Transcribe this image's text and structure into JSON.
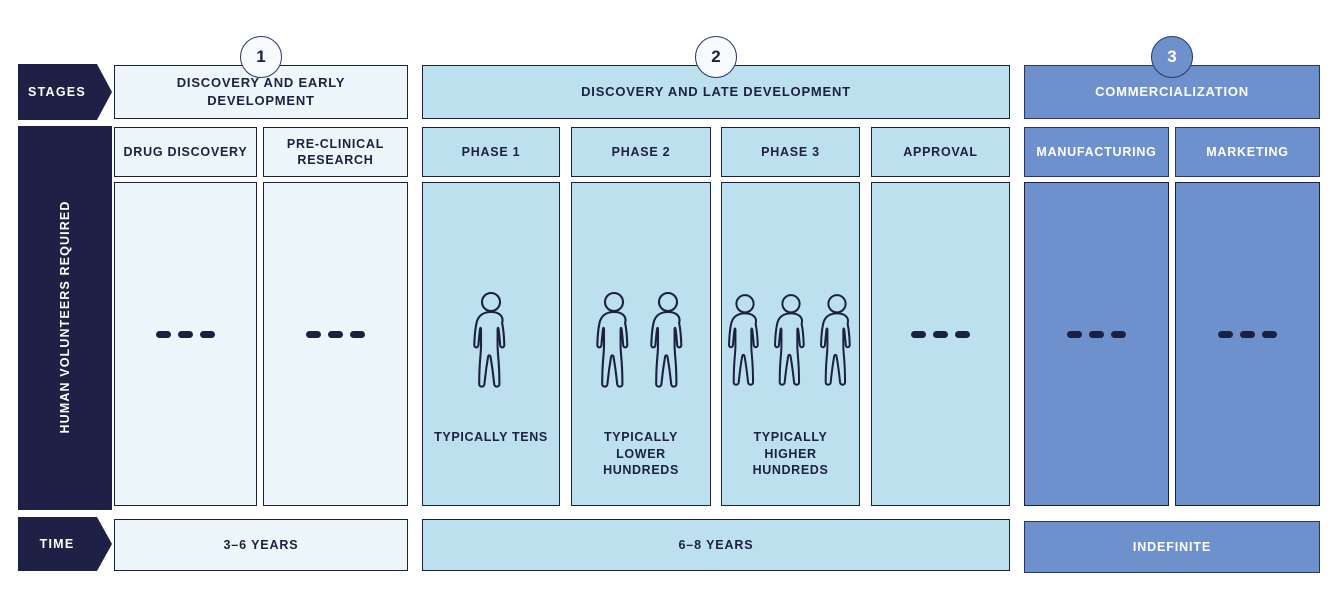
{
  "rail": {
    "stages_label": "STAGES",
    "volunteers_label": "HUMAN VOLUNTEERS REQUIRED",
    "time_label": "TIME"
  },
  "stages": [
    {
      "number": "1",
      "title": "DISCOVERY AND EARLY DEVELOPMENT",
      "theme": "pale"
    },
    {
      "number": "2",
      "title": "DISCOVERY AND LATE DEVELOPMENT",
      "theme": "light"
    },
    {
      "number": "3",
      "title": "COMMERCIALIZATION",
      "theme": "periw"
    }
  ],
  "phases": [
    {
      "name": "DRUG DISCOVERY",
      "theme": "pale",
      "figures": 0,
      "caption": ""
    },
    {
      "name": "PRE-CLINICAL RESEARCH",
      "theme": "pale",
      "figures": 0,
      "caption": ""
    },
    {
      "name": "PHASE 1",
      "theme": "light",
      "figures": 1,
      "caption": "TYPICALLY TENS"
    },
    {
      "name": "PHASE 2",
      "theme": "light",
      "figures": 2,
      "caption": "TYPICALLY LOWER HUNDREDS"
    },
    {
      "name": "PHASE 3",
      "theme": "light",
      "figures": 3,
      "caption": "TYPICALLY HIGHER HUNDREDS"
    },
    {
      "name": "APPROVAL",
      "theme": "light",
      "figures": 0,
      "caption": ""
    },
    {
      "name": "MANUFACTURING",
      "theme": "periw",
      "figures": 0,
      "caption": ""
    },
    {
      "name": "MARKETING",
      "theme": "periw",
      "figures": 0,
      "caption": ""
    }
  ],
  "time": [
    {
      "value": "3–6 YEARS",
      "theme": "pale"
    },
    {
      "value": "6–8 YEARS",
      "theme": "light"
    },
    {
      "value": "INDEFINITE",
      "theme": "periw"
    }
  ],
  "colors": {
    "navy": "#1e2145",
    "pale": "#edf6fb",
    "light": "#bce0ed",
    "periwinkle": "#6e91ce",
    "outline": "#1c2042",
    "white": "#ffffff"
  }
}
